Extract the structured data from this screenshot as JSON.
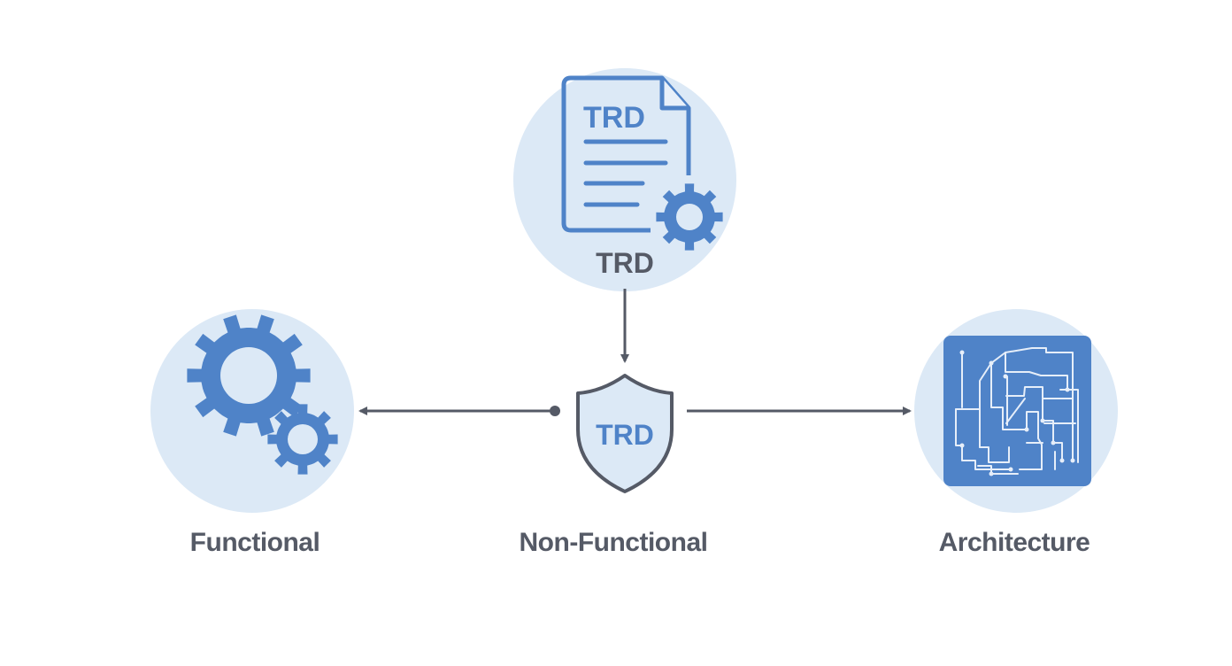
{
  "colors": {
    "circle_fill": "#dce9f6",
    "icon_blue": "#4f83c8",
    "connector": "#555a66",
    "label_text": "#555a66"
  },
  "nodes": {
    "top": {
      "label": "TRD",
      "doc_heading": "TRD",
      "icon": "document-gear-icon"
    },
    "center": {
      "label": "Non-Functional",
      "shield_text": "TRD",
      "icon": "shield-icon"
    },
    "left": {
      "label": "Functional",
      "icon": "gears-icon"
    },
    "right": {
      "label": "Architecture",
      "icon": "circuit-board-icon"
    }
  },
  "edges": [
    {
      "from": "top",
      "to": "center",
      "style": "arrow"
    },
    {
      "from": "center",
      "to": "left",
      "style": "dot-to-arrow"
    },
    {
      "from": "center",
      "to": "right",
      "style": "arrow"
    }
  ]
}
